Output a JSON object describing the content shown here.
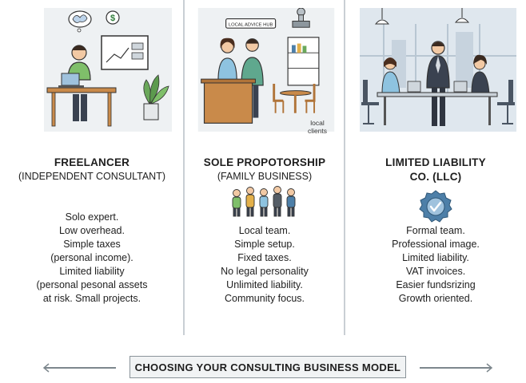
{
  "columns": [
    {
      "title": "FREELANCER",
      "subtitle": "(INDEPENDENT CONSULTANT)",
      "lines": [
        "Solo expert.",
        "Low overhead.",
        "Simple taxes",
        "(personal income).",
        "Limited liability",
        "(personal pesonal assets",
        "at risk. Small projects."
      ]
    },
    {
      "title": "SOLE PROPOTORSHIP",
      "subtitle": "(FAMILY BUSINESS)",
      "lines": [
        "Local team.",
        "Simple setup.",
        "Fixed taxes.",
        "No legal personality",
        "Unlimited liability.",
        "Community focus."
      ],
      "sign": "LOCAL ADVICE HUB",
      "caption": "local\nclients"
    },
    {
      "title": "LIMITED LIABILITY",
      "title2": "CO. (LLC)",
      "lines": [
        "Formal team.",
        "Professional image.",
        "Limited liability.",
        "VAT invoices.",
        "Easier fundsrizing",
        "Growth oriented."
      ]
    }
  ],
  "footer": {
    "label": "CHOOSING YOUR CONSULTING BUSINESS MODEL"
  },
  "icons": [
    "brain-thought-icon",
    "dollar-thought-icon",
    "laptop-icon",
    "chart-board-icon",
    "plant-icon",
    "sign-icon",
    "stamp-icon",
    "shelf-icon",
    "people-group-icon",
    "verified-badge-icon",
    "pendant-lamp-icon",
    "arrow-left-icon",
    "arrow-right-icon"
  ],
  "colors": {
    "divider": "#c9cfd4",
    "accent_blue": "#4d7fa8",
    "wood": "#c98a4a",
    "green_shirt": "#7fbf6a"
  }
}
